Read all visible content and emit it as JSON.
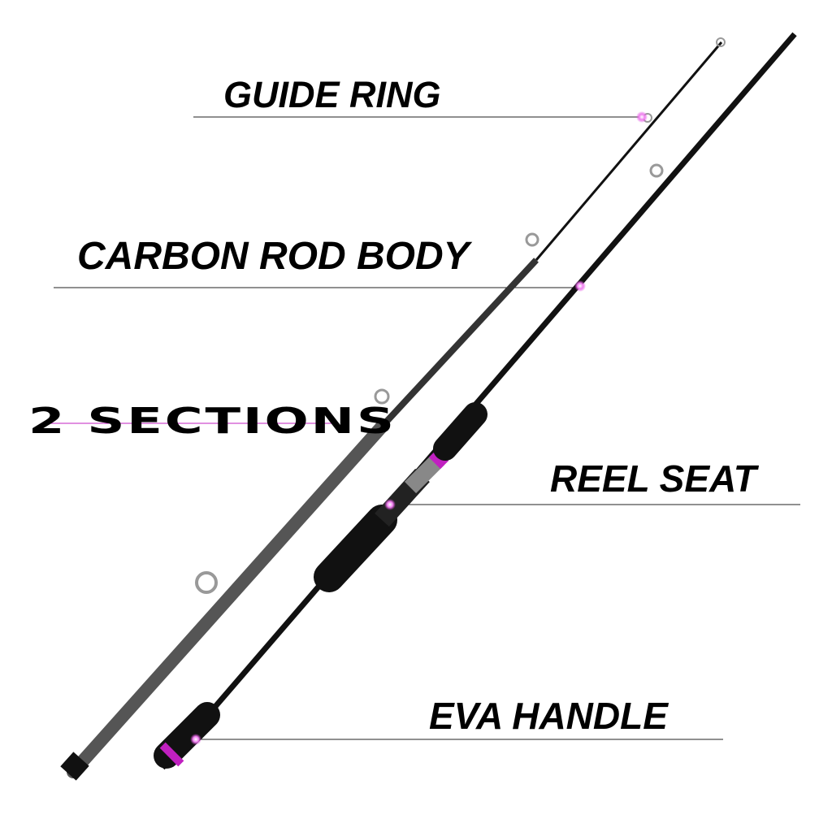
{
  "labels": {
    "guide_ring": "GUIDE RING",
    "carbon_rod_body": "CARBON ROD BODY",
    "sections": "2 SECTIONS",
    "reel_seat": "REEL SEAT",
    "eva_handle": "EVA HANDLE"
  },
  "colors": {
    "accent": "#e040e0",
    "rod": "#1a1a1a",
    "rod_grey": "#555555"
  }
}
